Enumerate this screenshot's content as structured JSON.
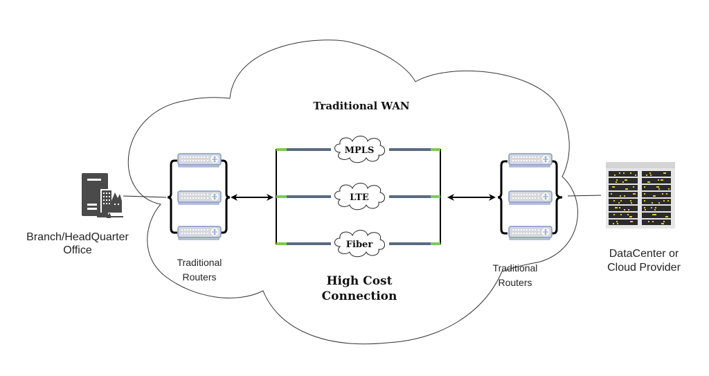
{
  "diagram": {
    "title": "Traditional WAN",
    "cost_label_line1": "High Cost",
    "cost_label_line2": "Connection",
    "left_site": {
      "label_line1": "Branch/HeadQuarter",
      "label_line2": "Office",
      "icon": "office-building-server-icon"
    },
    "right_site": {
      "label_line1": "DataCenter or",
      "label_line2": "Cloud Provider",
      "icon": "server-rack-icon"
    },
    "left_routers": {
      "label_line1": "Traditional",
      "label_line2": "Routers",
      "count": 3,
      "icon": "router-icon"
    },
    "right_routers": {
      "label_line1": "Traditional",
      "label_line2": "Routers",
      "count": 3,
      "icon": "router-icon"
    },
    "links": [
      {
        "name": "MPLS"
      },
      {
        "name": "LTE"
      },
      {
        "name": "Fiber"
      }
    ],
    "colors": {
      "link_line": "#5a6a82",
      "link_endpoint": "#7ccc4f",
      "router_fill": "#d6d8dc",
      "router_border": "#7f98c6",
      "rack_led": "#e8d020",
      "icon_dark": "#4a4a4a"
    }
  }
}
